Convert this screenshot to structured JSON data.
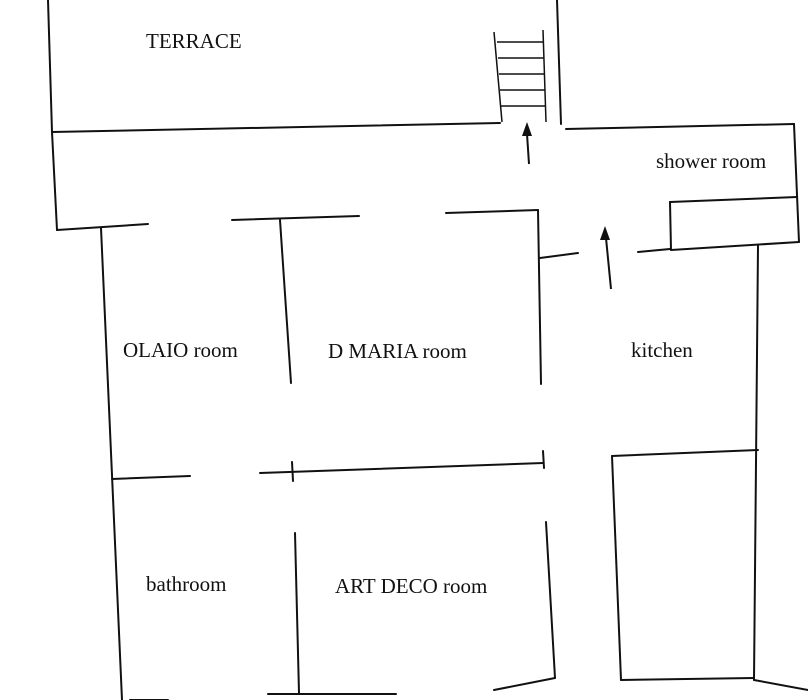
{
  "floor_plan": {
    "rooms": {
      "terrace": "TERRACE",
      "shower_room": "shower room",
      "olaio_room": "OLAIO room",
      "d_maria_room": "D MARIA room",
      "kitchen": "kitchen",
      "bathroom": "bathroom",
      "art_deco_room": "ART DECO room"
    }
  }
}
